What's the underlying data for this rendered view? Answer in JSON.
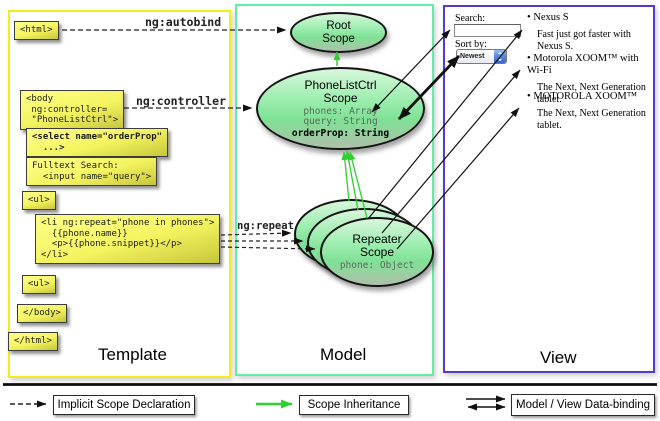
{
  "directives": {
    "autobind": "ng:autobind",
    "controller": "ng:controller",
    "repeat": "ng:repeat"
  },
  "template_panel": {
    "title": "Template",
    "boxes": {
      "html_open": "<html>",
      "body_open": "<body\n ng:controller=\n \"PhoneListCtrl\">",
      "select": "<select name=\"orderProp\"\n  ...>",
      "fulltext": "Fulltext Search:\n  <input name=\"query\">",
      "ul_open": "<ul>",
      "li_repeat": "<li ng:repeat=\"phone in phones\">\n  {{phone.name}}\n  <p>{{phone.snippet}}</p>\n</li>",
      "ul_close": "<ul>",
      "body_close": "</body>",
      "html_close": "</html>"
    }
  },
  "model_panel": {
    "title": "Model",
    "root_scope_title": "Root\nScope",
    "phonelist_title": "PhoneListCtrl\nScope",
    "phonelist_props": "phones: Array\nquery: String",
    "phonelist_prop_bold": "orderProp: String",
    "repeater_title": "Repeater\nScope",
    "repeater_prop": "phone: Object"
  },
  "view_panel": {
    "title": "View",
    "search_label": "Search:",
    "search_value": "",
    "sort_label": "Sort by:",
    "sort_value": "Newest",
    "items": [
      {
        "bullet": "•",
        "name": "Nexus S",
        "desc": "Fast just got faster with Nexus S."
      },
      {
        "bullet": "•",
        "name": "Motorola XOOM™ with Wi-Fi",
        "desc": "The Next, Next Generation tablet."
      },
      {
        "bullet": "•",
        "name": "MOTOROLA XOOM™",
        "desc": "The Next, Next Generation tablet."
      }
    ]
  },
  "legend": {
    "implicit": "Implicit Scope Declaration",
    "inheritance": "Scope Inheritance",
    "binding": "Model / View Data-binding"
  },
  "colors": {
    "template_border": "#f2ee1d",
    "model_border": "#63eca8",
    "view_border": "#5639d4",
    "scope_green": "#2fd12f"
  }
}
